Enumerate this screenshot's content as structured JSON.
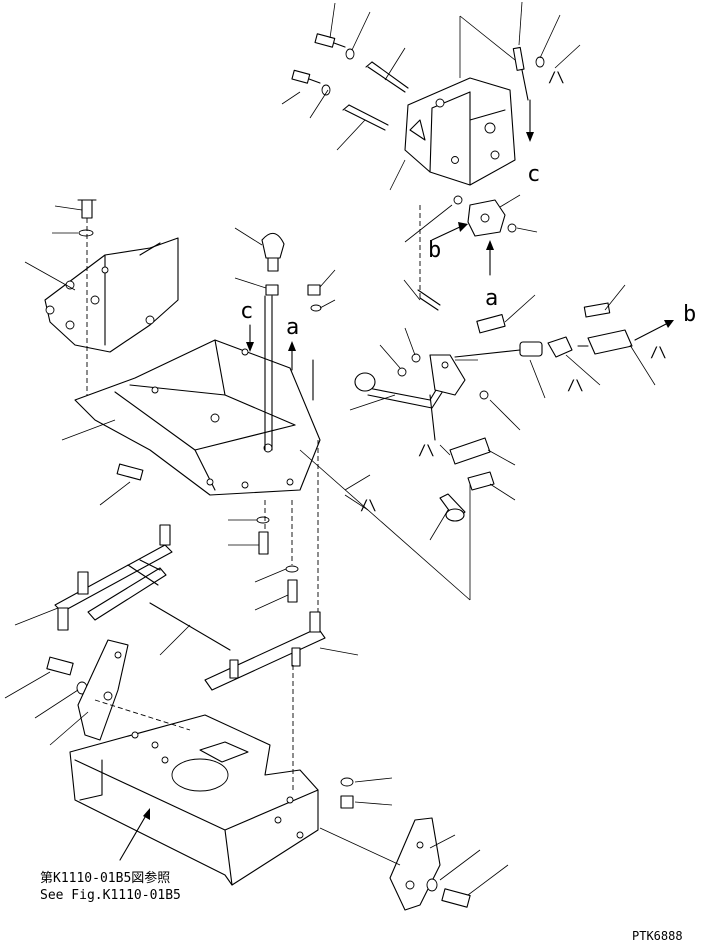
{
  "reference_note": {
    "japanese": "第K1110-01B5図参照",
    "english": "See Fig.K1110-01B5"
  },
  "drawing_number": "PTK6888",
  "arrow_labels": {
    "a": "a",
    "b": "b",
    "c": "c"
  },
  "part_count_marks": [
    "/\\",
    "/\\",
    "/\\",
    "/\\",
    "/\\",
    "/\\"
  ]
}
